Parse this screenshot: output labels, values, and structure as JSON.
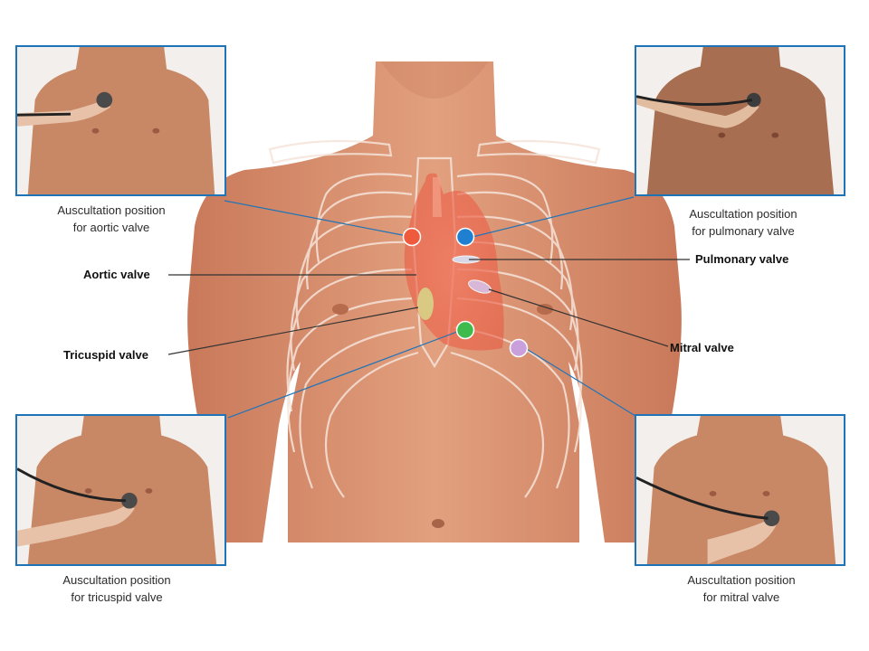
{
  "captions": {
    "aortic": [
      "Auscultation position",
      "for aortic valve"
    ],
    "pulmonary": [
      "Auscultation position",
      "for pulmonary valve"
    ],
    "tricuspid": [
      "Auscultation position",
      "for tricuspid valve"
    ],
    "mitral": [
      "Auscultation position",
      "for mitral valve"
    ]
  },
  "valve_labels": {
    "aortic": "Aortic valve",
    "pulmonary": "Pulmonary valve",
    "tricuspid": "Tricuspid valve",
    "mitral": "Mitral valve"
  },
  "markers": {
    "aortic": "red",
    "pulmonary": "blue",
    "tricuspid": "green",
    "mitral": "purple"
  },
  "colors": {
    "frame": "#1f74b8",
    "skin": "#d9906c",
    "marker_red": "#ef5a3c",
    "marker_blue": "#1f7fd1",
    "marker_green": "#3fbb4d",
    "marker_purple": "#c9a0dc"
  }
}
